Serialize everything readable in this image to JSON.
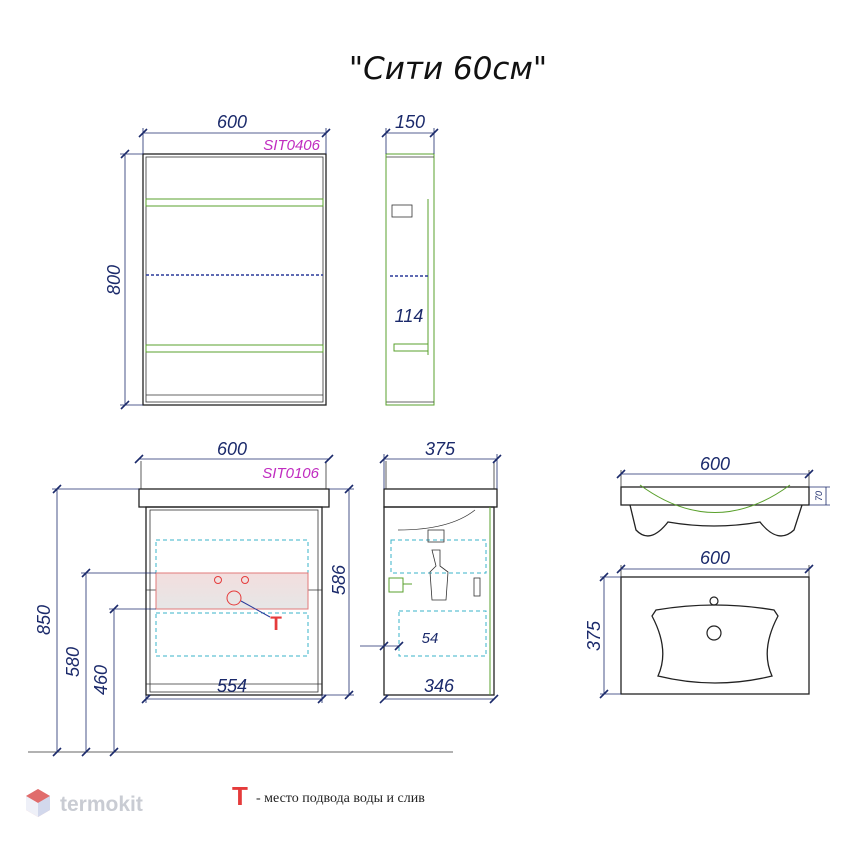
{
  "title": "\"Сити 60см\"",
  "mirror_front": {
    "width": "600",
    "height": "800",
    "code": "SIT0406"
  },
  "mirror_side": {
    "depth": "150",
    "shelf": "114"
  },
  "vanity_front": {
    "width": "600",
    "code": "SIT0106",
    "body_height": "586",
    "inner_width": "554"
  },
  "vanity_side": {
    "depth": "375",
    "offset": "54",
    "inner_depth": "346"
  },
  "floor_heights": {
    "total": "850",
    "line1": "580",
    "line2": "460"
  },
  "sink_side": {
    "width": "600",
    "depth_small": "70"
  },
  "sink_top": {
    "width": "600",
    "depth": "375"
  },
  "legend": {
    "symbol": "T",
    "text": "- место подвода воды и слив"
  },
  "brand": {
    "name": "termokit",
    "color": "#c9ccd3"
  },
  "colors": {
    "dimension": "#1b2a6b",
    "code": "#c02cc0",
    "plumbing": "#e53b3b",
    "glass": "#5aa02c",
    "zone": "#38b3c9"
  }
}
